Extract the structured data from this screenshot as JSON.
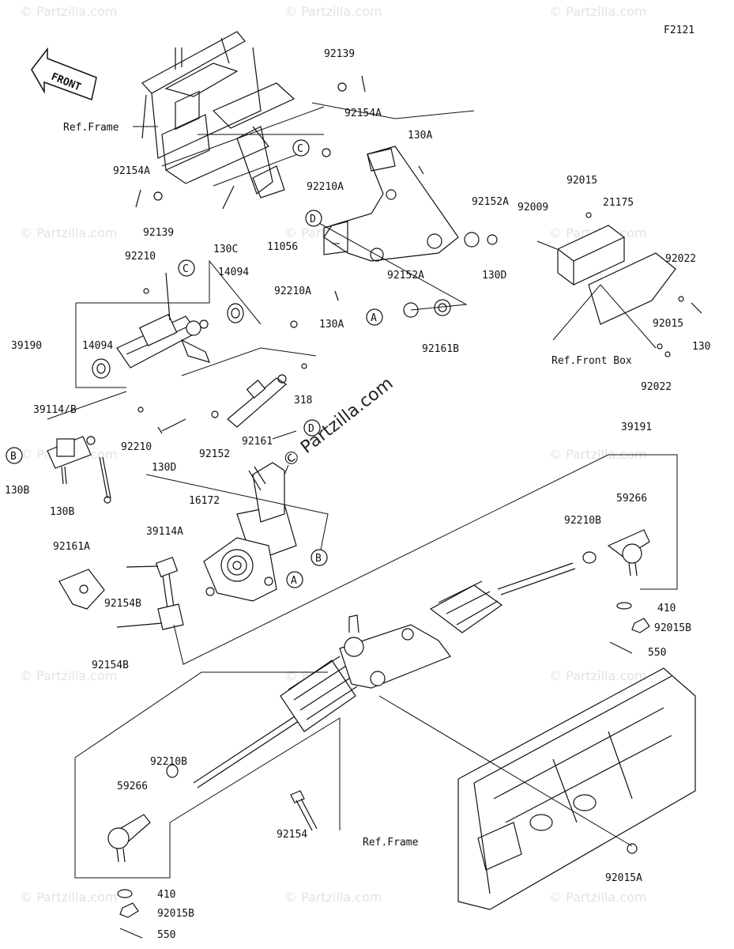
{
  "diagram": {
    "code": "F2121",
    "front_label": "FRONT",
    "watermark_main": "© Partzilla.com",
    "watermark_tile": "© Partzilla.com"
  },
  "callouts": {
    "p92139_top": "92139",
    "p92154A_top": "92154A",
    "ref_frame_top": "Ref.Frame",
    "p130A_top": "130A",
    "p92154A_left": "92154A",
    "p92210A_top": "92210A",
    "p92139_left": "92139",
    "p130C": "130C",
    "p92152A_top": "92152A",
    "p11056": "11056",
    "p130D_top": "130D",
    "p92210_top": "92210",
    "p14094_top": "14094",
    "p92210A_mid": "92210A",
    "p130A_mid": "130A",
    "p92152A_mid": "92152A",
    "p92161B": "92161B",
    "p39190": "39190",
    "p14094_left": "14094",
    "p318": "318",
    "p39114B": "39114/B",
    "p92210_mid": "92210",
    "p130D_mid": "130D",
    "p92152": "92152",
    "p92161": "92161",
    "p130B_1": "130B",
    "p130B_2": "130B",
    "p16172": "16172",
    "p39114A": "39114A",
    "p92161A": "92161A",
    "p92154B_1": "92154B",
    "p92154B_2": "92154B",
    "p92015_top": "92015",
    "p21175": "21175",
    "p92009": "92009",
    "p92022_right": "92022",
    "p92015_right": "92015",
    "p130_right": "130",
    "ref_front_box": "Ref.Front Box",
    "p92022_bottom": "92022",
    "p39191": "39191",
    "p59266_right": "59266",
    "p92210B_right": "92210B",
    "p410_right": "410",
    "p92015B_right": "92015B",
    "p550_right": "550",
    "p92210B_left": "92210B",
    "p59266_left": "59266",
    "p92154": "92154",
    "ref_frame_bottom": "Ref.Frame",
    "p410_left": "410",
    "p92015B_left": "92015B",
    "p550_left": "550",
    "p92015A": "92015A"
  },
  "markers": {
    "A": "A",
    "B": "B",
    "C": "C",
    "D": "D"
  }
}
